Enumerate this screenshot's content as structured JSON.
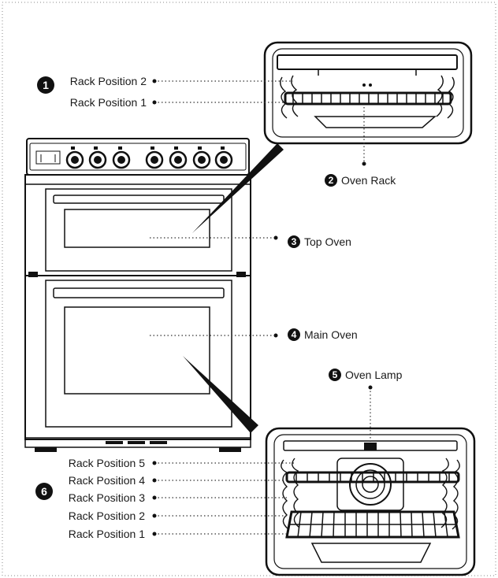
{
  "upper_cavity": {
    "group_number": "1",
    "rack_positions": [
      "Rack Position 2",
      "Rack Position 1"
    ]
  },
  "callouts": [
    {
      "number": "2",
      "label": "Oven Rack"
    },
    {
      "number": "3",
      "label": "Top Oven"
    },
    {
      "number": "4",
      "label": "Main Oven"
    },
    {
      "number": "5",
      "label": "Oven Lamp"
    }
  ],
  "lower_cavity": {
    "group_number": "6",
    "rack_positions": [
      "Rack Position 5",
      "Rack Position 4",
      "Rack Position 3",
      "Rack Position 2",
      "Rack Position 1"
    ]
  }
}
